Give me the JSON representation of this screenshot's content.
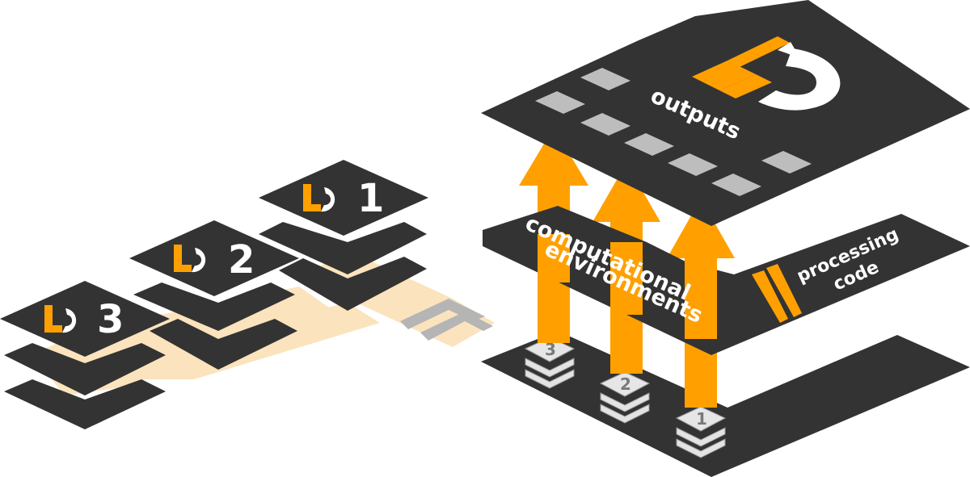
{
  "labels": {
    "outputs": "outputs",
    "computational": "computational",
    "environments": "environments",
    "processing": "processing",
    "code": "code"
  },
  "datasets": [
    {
      "number": "1"
    },
    {
      "number": "2"
    },
    {
      "number": "3"
    }
  ],
  "stack_numbers": [
    "3",
    "2",
    "1"
  ],
  "colors": {
    "accent": "#ffa000",
    "plate": "#333333",
    "highlight": "#fbe3bd",
    "tile": "#bdbdbd",
    "background": "#ffffff"
  },
  "icons": [
    "datalad-logo-icon",
    "stack-layers-icon",
    "chevron-icon",
    "up-arrow-icon"
  ]
}
